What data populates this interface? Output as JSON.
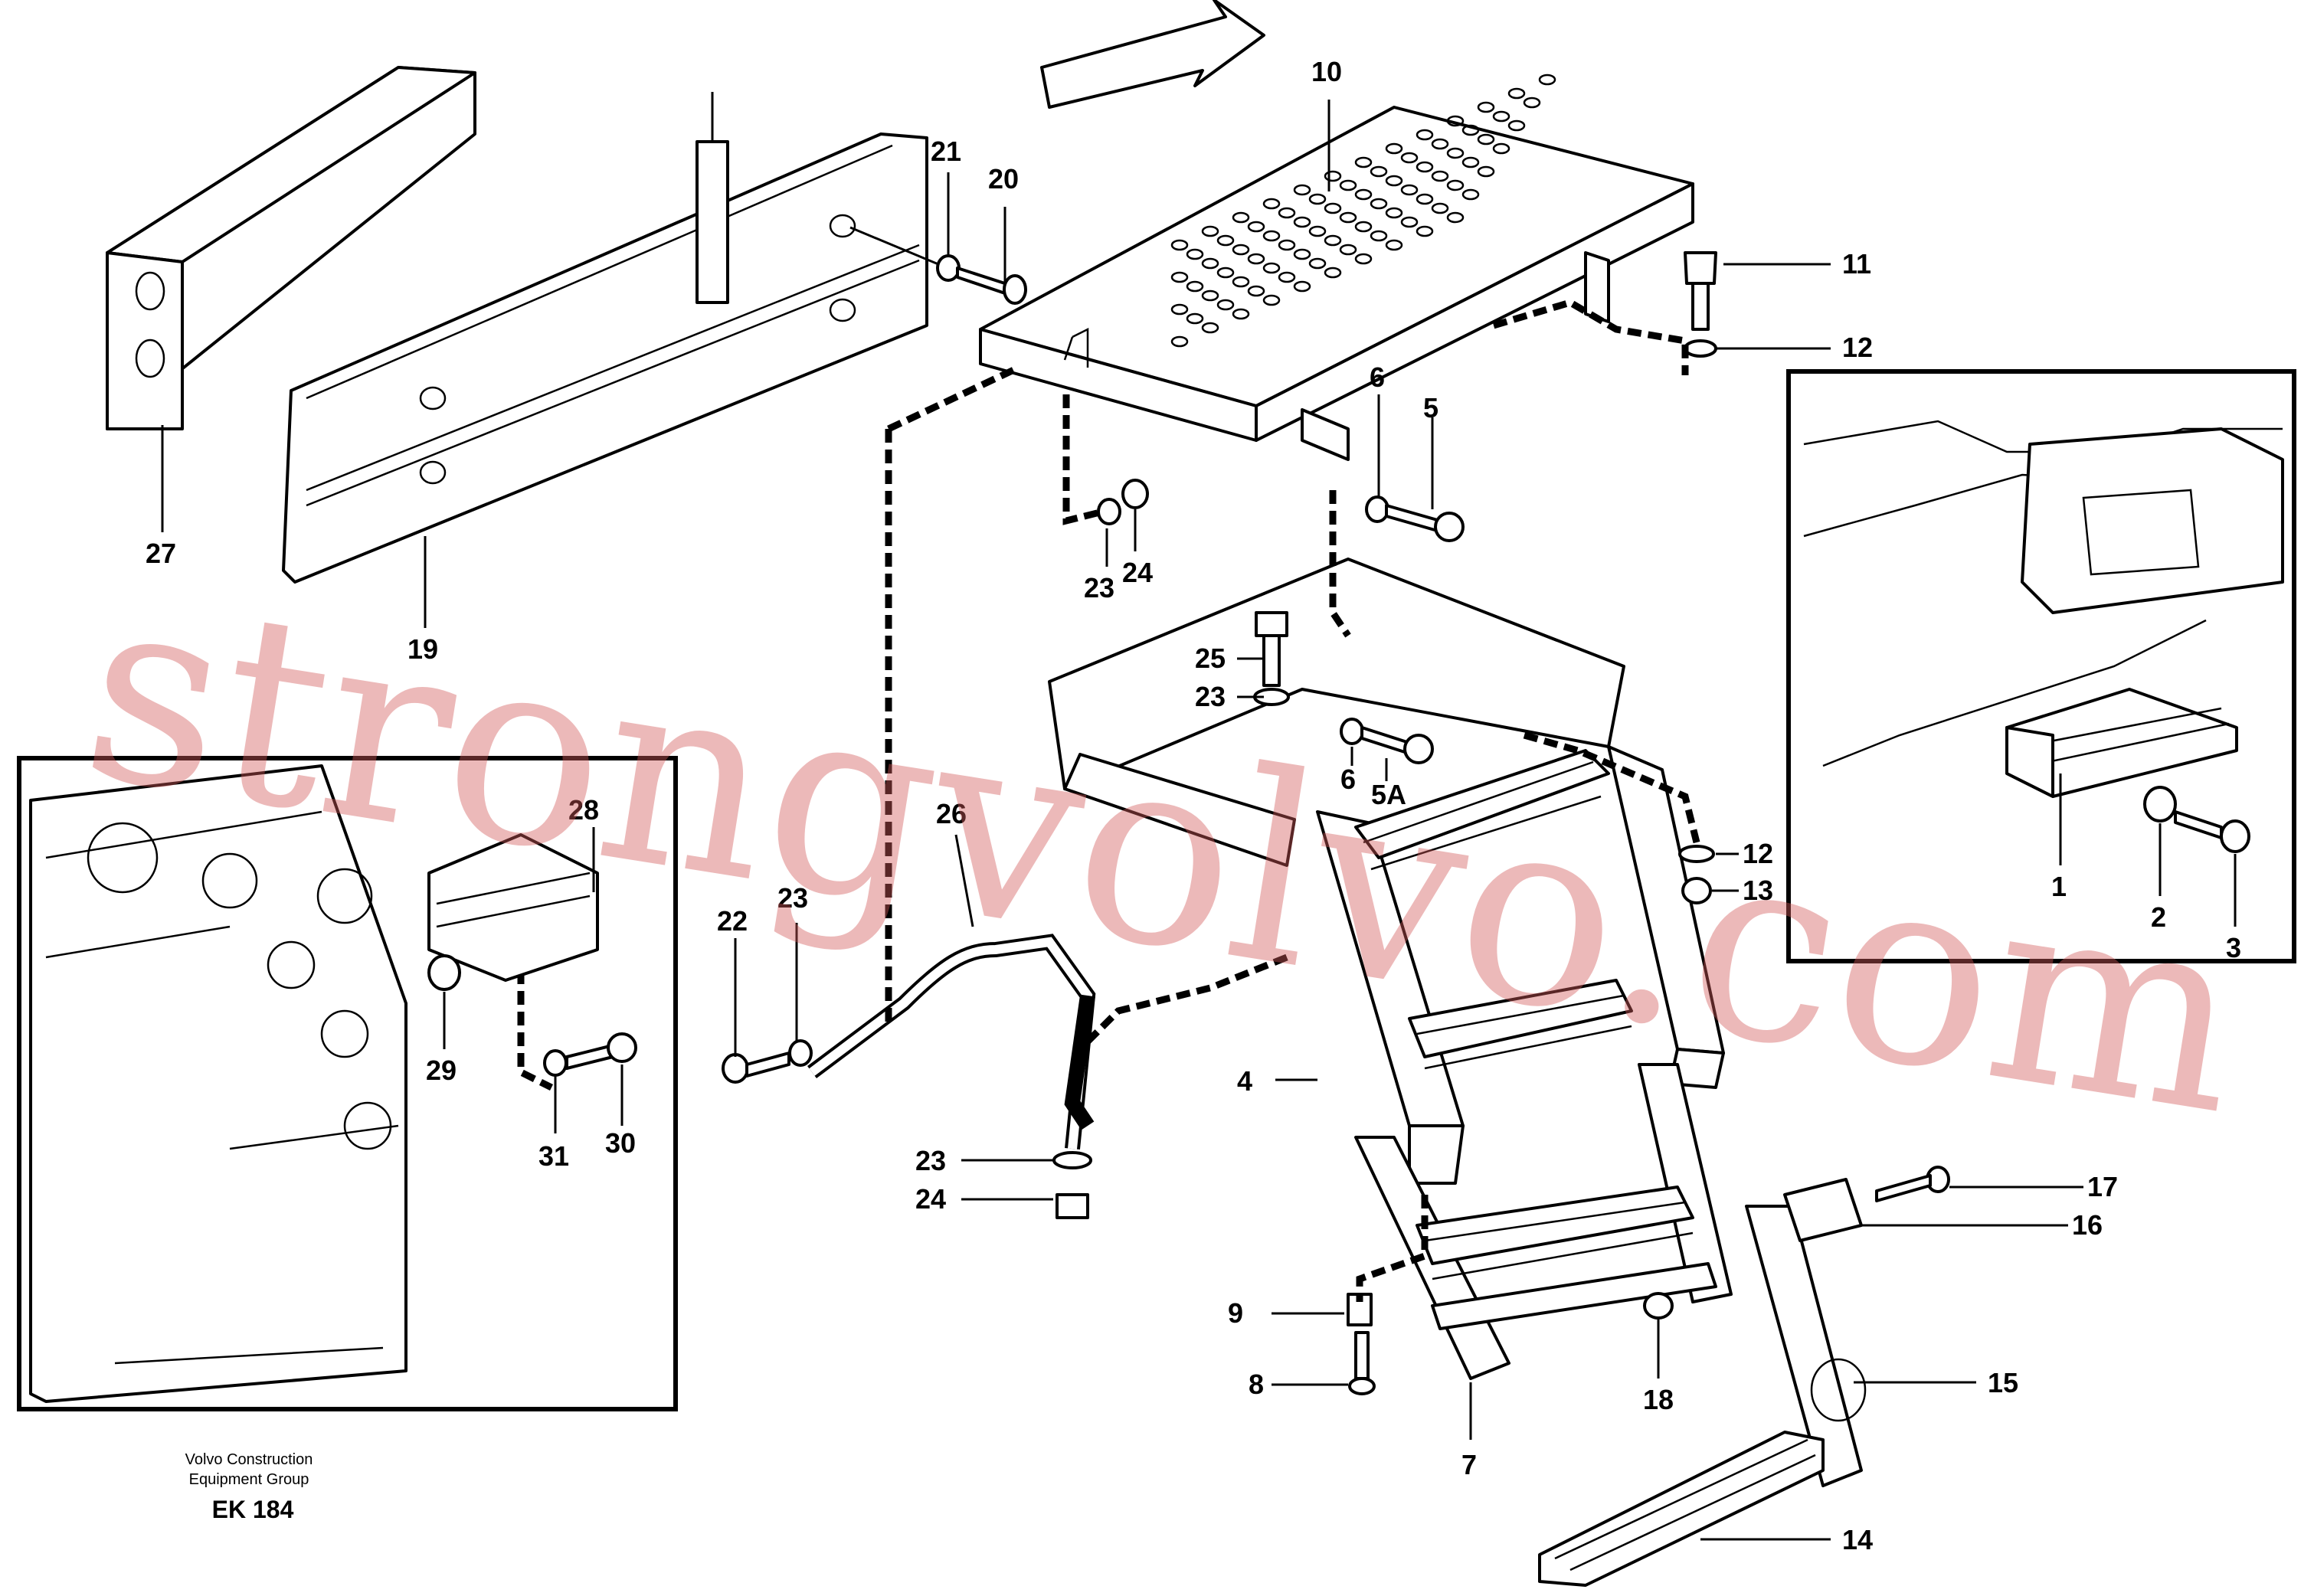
{
  "callouts": {
    "c10": "10",
    "c11": "11",
    "c12a": "12",
    "c21": "21",
    "c20": "20",
    "c27": "27",
    "c19": "19",
    "c6a": "6",
    "c5": "5",
    "c23a": "23",
    "c24a": "24",
    "c25": "25",
    "c23b": "23",
    "c6b": "6",
    "c5a": "5A",
    "c12b": "12",
    "c13": "13",
    "c1": "1",
    "c2": "2",
    "c3": "3",
    "c28": "28",
    "c29": "29",
    "c31": "31",
    "c30": "30",
    "c26": "26",
    "c22": "22",
    "c23c": "23",
    "c4": "4",
    "c23d": "23",
    "c24b": "24",
    "c17": "17",
    "c16": "16",
    "c15": "15",
    "c9": "9",
    "c8": "8",
    "c18": "18",
    "c7": "7",
    "c14": "14"
  },
  "footer": {
    "line1": "Volvo Construction",
    "line2": "Equipment Group",
    "code": "EK 184"
  },
  "watermark": "strongvolvo.com"
}
